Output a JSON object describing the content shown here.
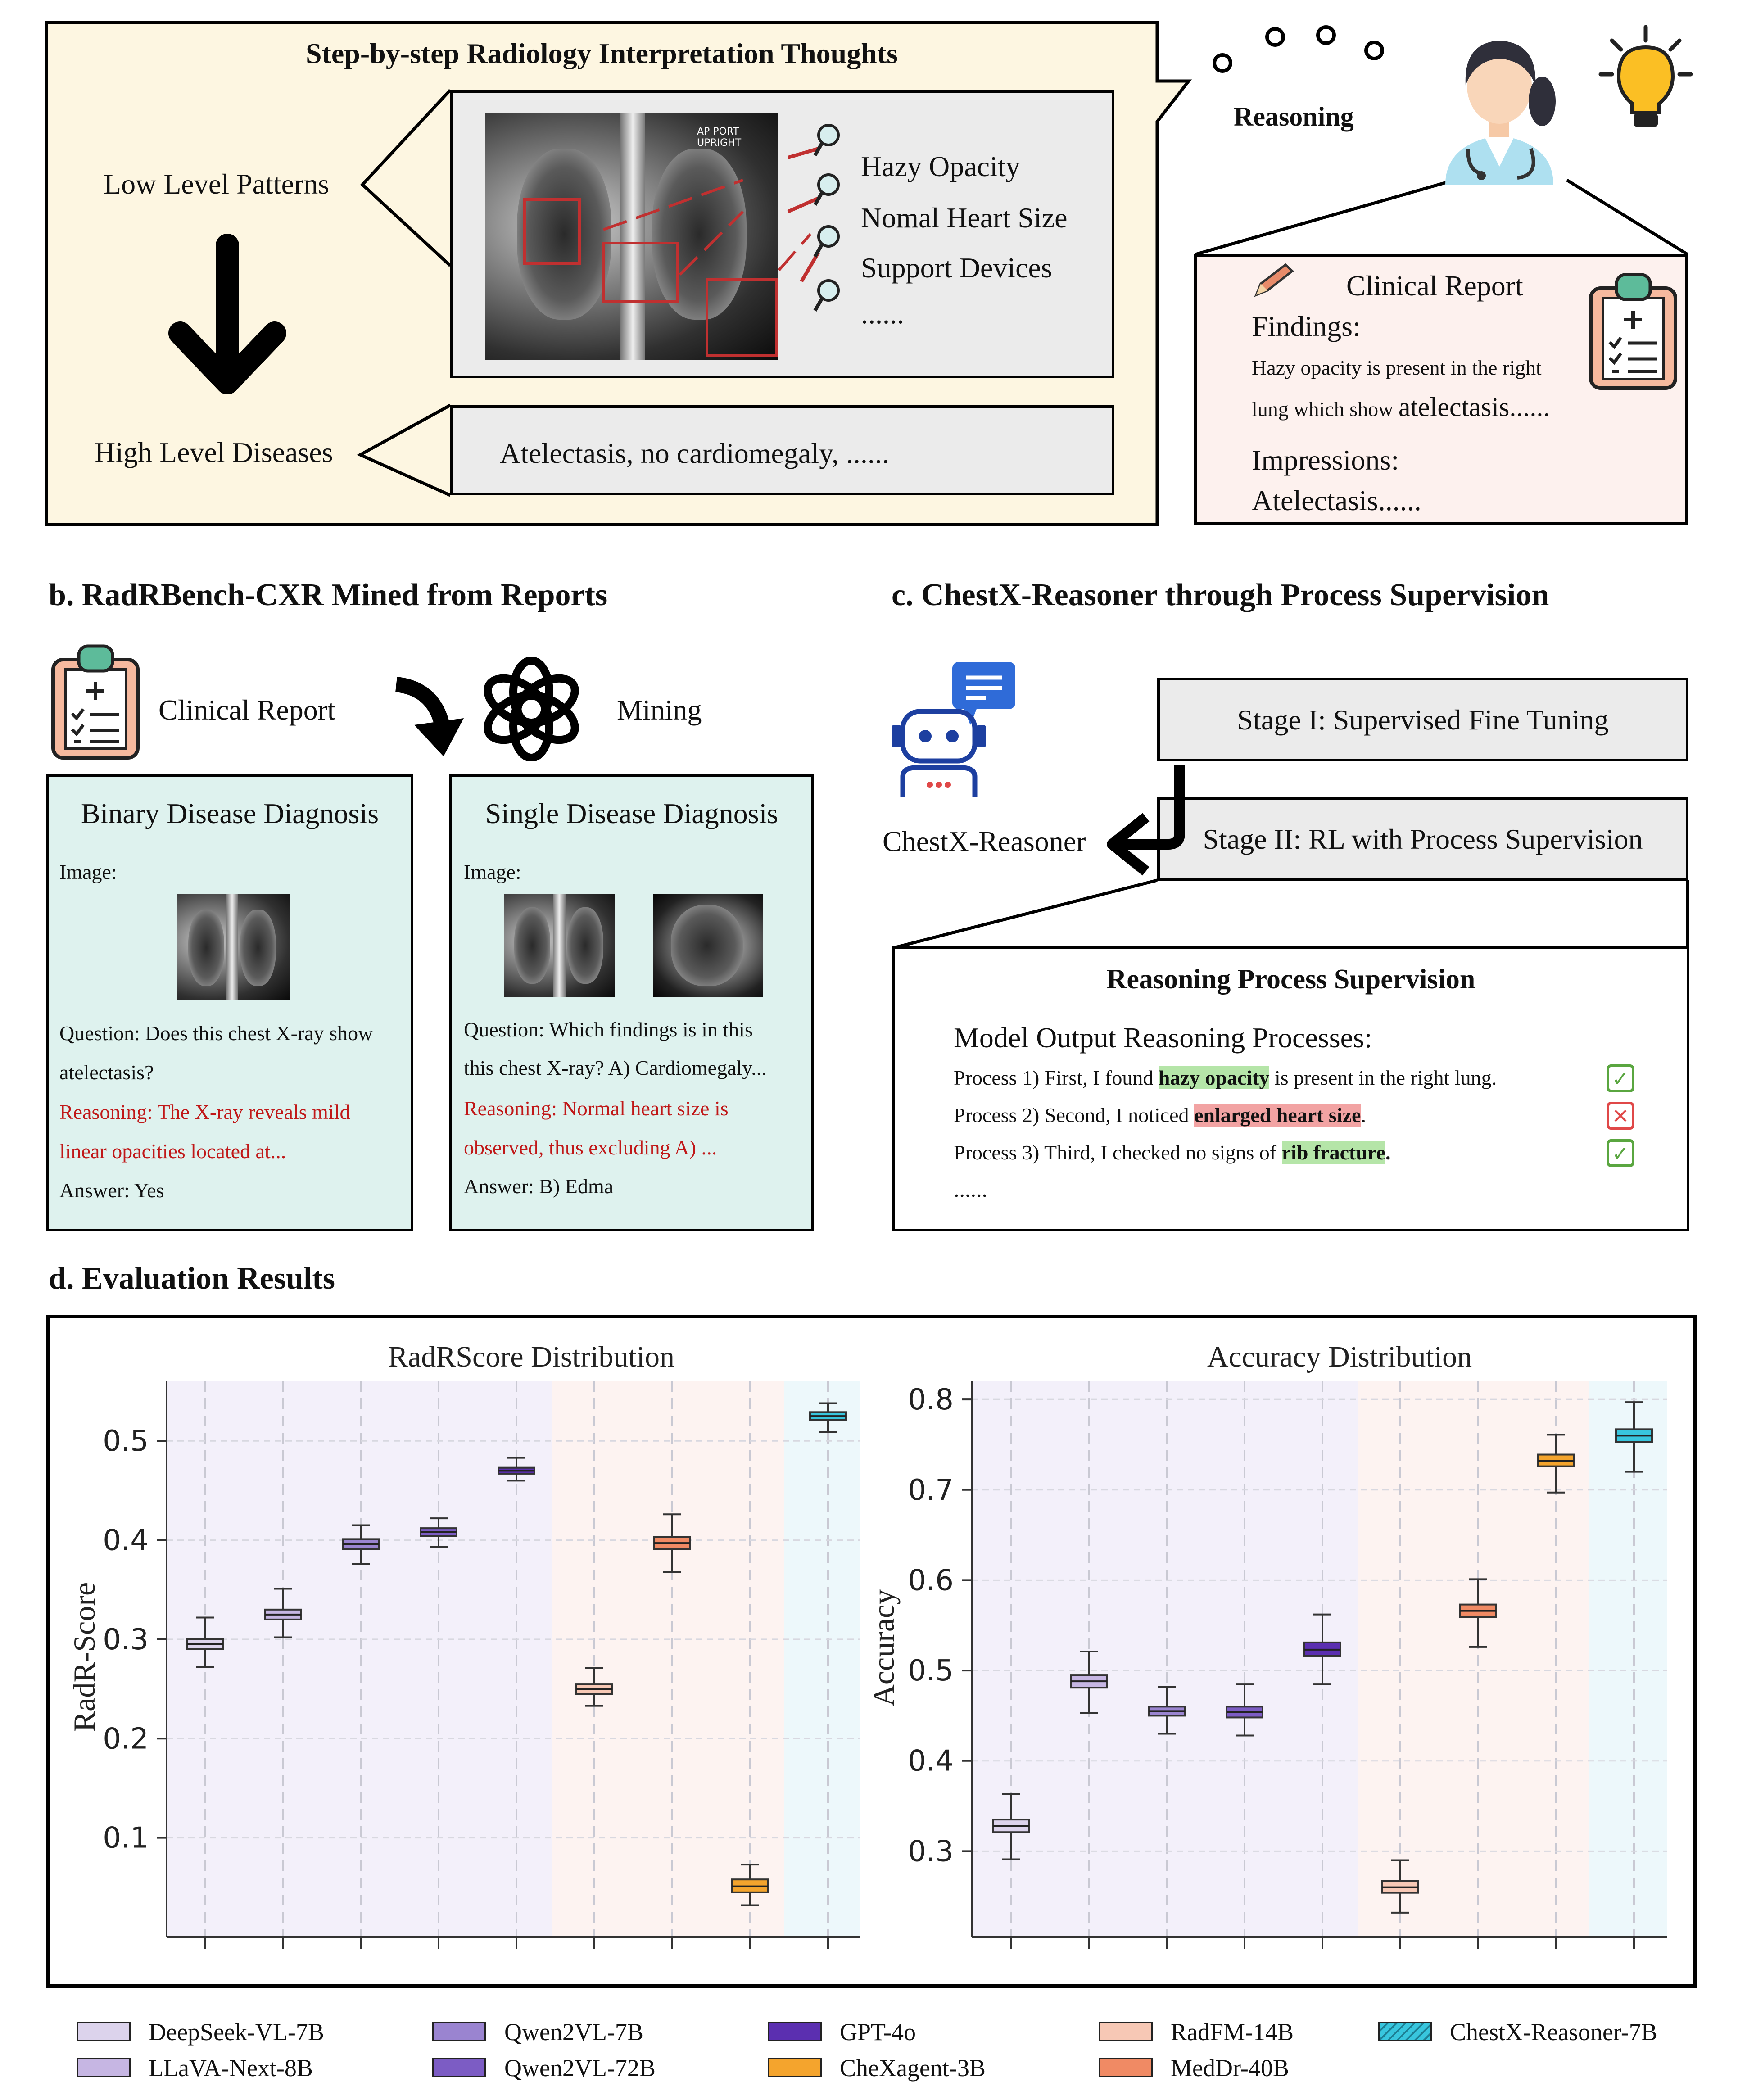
{
  "panel_a": {
    "title": "Step-by-step Radiology Interpretation Thoughts",
    "low_level": "Low Level Patterns",
    "high_level": "High Level Diseases",
    "findings": [
      "Hazy Opacity",
      "Nomal Heart Size",
      "Support Devices",
      "......"
    ],
    "diseases": "Atelectasis, no cardiomegaly, ......",
    "reasoning_label": "Reasoning",
    "xray_marker": "AP PORT UPRIGHT",
    "report": {
      "title": "Clinical Report",
      "findings_label": "Findings:",
      "findings_line1": "Hazy opacity is present in the right",
      "findings_line2a": "lung which show ",
      "findings_line2b": "atelectasis......",
      "impressions_label": "Impressions:",
      "impressions_text": "Atelectasis......"
    }
  },
  "panel_b": {
    "title": "b. RadRBench-CXR Mined from Reports",
    "clinical_report": "Clinical Report",
    "mining": "Mining",
    "binary": {
      "title": "Binary Disease Diagnosis",
      "image_label": "Image:",
      "q1": "Question: Does this chest X-ray show",
      "q2": "atelectasis?",
      "r1": "Reasoning: The X-ray reveals mild",
      "r2": "linear opacities located at...",
      "answer": "Answer: Yes"
    },
    "single": {
      "title": "Single Disease Diagnosis",
      "image_label": "Image:",
      "q1": "Question: Which findings is in this",
      "q2": "this chest X-ray? A) Cardiomegaly...",
      "r1": "Reasoning: Normal heart size is",
      "r2": "observed, thus excluding A) ...",
      "answer": "Answer: B) Edma"
    }
  },
  "panel_c": {
    "title": "c. ChestX-Reasoner through Process Supervision",
    "agent": "ChestX-Reasoner",
    "stage1": "Stage I: Supervised Fine Tuning",
    "stage2": "Stage II: RL with Process Supervision",
    "rps_title": "Reasoning Process Supervision",
    "mo_title": "Model Output Reasoning Processes:",
    "p1_pre": "Process 1) First, I found ",
    "p1_hl": "hazy opacity",
    "p1_post": " is present in the right lung.",
    "p2_pre": "Process 2) Second, I noticed ",
    "p2_hl": "enlarged heart size",
    "p2_post": ".",
    "p3_pre": "Process 3) Third, I checked no signs of ",
    "p3_hl": "rib fracture",
    "p3_post": ".",
    "ellipsis": "......"
  },
  "panel_d": {
    "title": "d. Evaluation Results"
  },
  "legend": [
    {
      "label": "DeepSeek-VL-7B",
      "color": "#dcd3ec"
    },
    {
      "label": "LLaVA-Next-8B",
      "color": "#c6b6e3"
    },
    {
      "label": "Qwen2VL-7B",
      "color": "#9a84d0"
    },
    {
      "label": "Qwen2VL-72B",
      "color": "#7c5cc4"
    },
    {
      "label": "GPT-4o",
      "color": "#5b2fb0"
    },
    {
      "label": "CheXagent-3B",
      "color": "#f4a42d"
    },
    {
      "label": "RadFM-14B",
      "color": "#f7c8b5"
    },
    {
      "label": "MedDr-40B",
      "color": "#f08a64"
    },
    {
      "label": "ChestX-Reasoner-7B",
      "color": "#38c6de"
    }
  ],
  "chart_data": [
    {
      "type": "box",
      "title": "RadRScore Distribution",
      "ylabel": "RadR-Score",
      "ylim": [
        0.0,
        0.56
      ],
      "yticks": [
        0.1,
        0.2,
        0.3,
        0.4,
        0.5
      ],
      "grid": true,
      "series": [
        {
          "name": "DeepSeek-VL-7B",
          "color": "#dcd3ec",
          "median": 0.295,
          "q1": 0.29,
          "q3": 0.3,
          "min": 0.272,
          "max": 0.322
        },
        {
          "name": "LLaVA-Next-8B",
          "color": "#c6b6e3",
          "median": 0.325,
          "q1": 0.32,
          "q3": 0.33,
          "min": 0.302,
          "max": 0.351
        },
        {
          "name": "Qwen2VL-7B",
          "color": "#9a84d0",
          "median": 0.396,
          "q1": 0.391,
          "q3": 0.401,
          "min": 0.376,
          "max": 0.415
        },
        {
          "name": "Qwen2VL-72B",
          "color": "#7c5cc4",
          "median": 0.408,
          "q1": 0.404,
          "q3": 0.412,
          "min": 0.393,
          "max": 0.422
        },
        {
          "name": "GPT-4o",
          "color": "#5b2fb0",
          "median": 0.47,
          "q1": 0.467,
          "q3": 0.473,
          "min": 0.46,
          "max": 0.483
        },
        {
          "name": "RadFM-14B",
          "color": "#f7c8b5",
          "median": 0.25,
          "q1": 0.245,
          "q3": 0.255,
          "min": 0.233,
          "max": 0.271
        },
        {
          "name": "MedDr-40B",
          "color": "#f08a64",
          "median": 0.397,
          "q1": 0.391,
          "q3": 0.403,
          "min": 0.368,
          "max": 0.426
        },
        {
          "name": "CheXagent-3B",
          "color": "#f4a42d",
          "median": 0.051,
          "q1": 0.045,
          "q3": 0.058,
          "min": 0.032,
          "max": 0.073
        },
        {
          "name": "ChestX-Reasoner-7B",
          "color": "#38c6de",
          "median": 0.525,
          "q1": 0.521,
          "q3": 0.529,
          "min": 0.509,
          "max": 0.538
        }
      ]
    },
    {
      "type": "box",
      "title": "Accuracy Distribution",
      "ylabel": "Accuracy",
      "ylim": [
        0.205,
        0.82
      ],
      "yticks": [
        0.3,
        0.4,
        0.5,
        0.6,
        0.7,
        0.8
      ],
      "grid": true,
      "series": [
        {
          "name": "DeepSeek-VL-7B",
          "color": "#dcd3ec",
          "median": 0.328,
          "q1": 0.321,
          "q3": 0.335,
          "min": 0.291,
          "max": 0.363
        },
        {
          "name": "LLaVA-Next-8B",
          "color": "#c6b6e3",
          "median": 0.488,
          "q1": 0.481,
          "q3": 0.495,
          "min": 0.453,
          "max": 0.521
        },
        {
          "name": "Qwen2VL-7B",
          "color": "#9a84d0",
          "median": 0.455,
          "q1": 0.45,
          "q3": 0.46,
          "min": 0.43,
          "max": 0.482
        },
        {
          "name": "Qwen2VL-72B",
          "color": "#7c5cc4",
          "median": 0.454,
          "q1": 0.448,
          "q3": 0.46,
          "min": 0.428,
          "max": 0.485
        },
        {
          "name": "GPT-4o",
          "color": "#5b2fb0",
          "median": 0.523,
          "q1": 0.516,
          "q3": 0.531,
          "min": 0.485,
          "max": 0.562
        },
        {
          "name": "RadFM-14B",
          "color": "#f7c8b5",
          "median": 0.26,
          "q1": 0.254,
          "q3": 0.267,
          "min": 0.232,
          "max": 0.29
        },
        {
          "name": "MedDr-40B",
          "color": "#f08a64",
          "median": 0.566,
          "q1": 0.559,
          "q3": 0.573,
          "min": 0.526,
          "max": 0.601
        },
        {
          "name": "CheXagent-3B",
          "color": "#f4a42d",
          "median": 0.732,
          "q1": 0.726,
          "q3": 0.739,
          "min": 0.697,
          "max": 0.761
        },
        {
          "name": "ChestX-Reasoner-7B",
          "color": "#38c6de",
          "median": 0.76,
          "q1": 0.753,
          "q3": 0.767,
          "min": 0.72,
          "max": 0.797
        }
      ]
    }
  ]
}
